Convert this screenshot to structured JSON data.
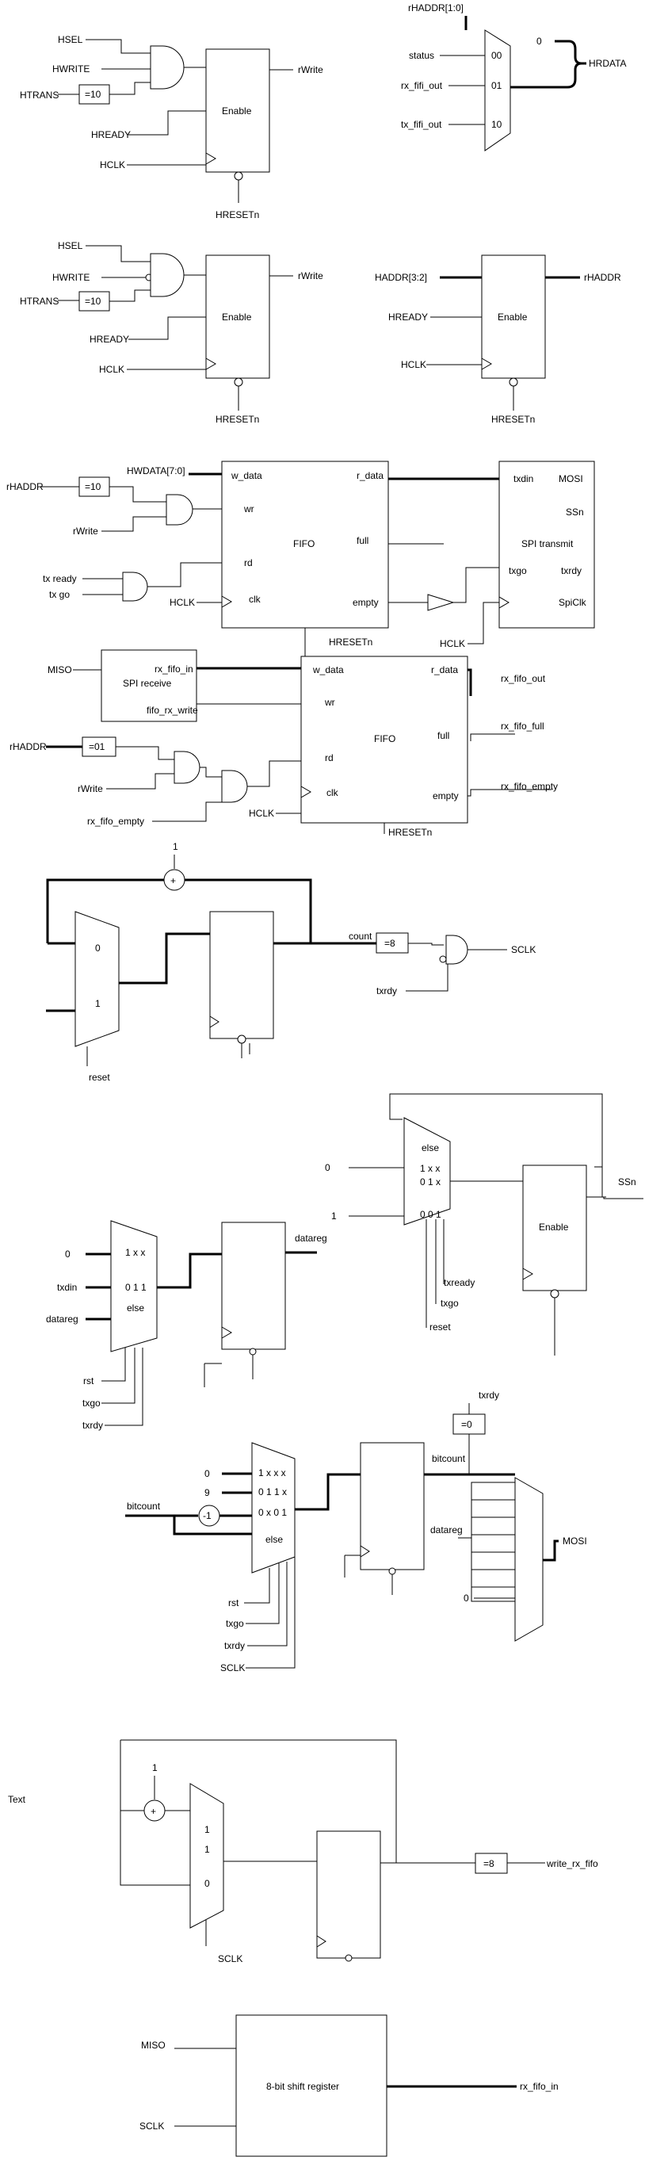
{
  "d1": {
    "in_hsel": "HSEL",
    "in_hwrite": "HWRITE",
    "in_htrans": "HTRANS",
    "cmp": "=10",
    "in_hready": "HREADY",
    "in_hclk": "HCLK",
    "reg": "Enable",
    "out": "rWrite",
    "rst": "HRESETn"
  },
  "d2": {
    "sel": "rHADDR[1:0]",
    "in0": "status",
    "in1": "rx_fifi_out",
    "in2": "tx_fifi_out",
    "k0": "00",
    "k1": "01",
    "k2": "10",
    "zero": "0",
    "out": "HRDATA"
  },
  "d3": {
    "in_hsel": "HSEL",
    "in_hwrite": "HWRITE",
    "in_htrans": "HTRANS",
    "cmp": "=10",
    "in_hready": "HREADY",
    "in_hclk": "HCLK",
    "reg": "Enable",
    "out": "rWrite",
    "rst": "HRESETn"
  },
  "d4": {
    "in_haddr": "HADDR[3:2]",
    "in_hready": "HREADY",
    "in_hclk": "HCLK",
    "reg": "Enable",
    "out": "rHADDR",
    "rst": "HRESETn"
  },
  "d5": {
    "in_rhaddr": "rHADDR",
    "cmp": "=10",
    "in_hwdata": "HWDATA[7:0]",
    "in_rwrite": "rWrite",
    "in_txready": "tx ready",
    "in_txgo": "tx go",
    "in_hclk": "HCLK",
    "fifo": "FIFO",
    "w_data": "w_data",
    "wr": "wr",
    "rd": "rd",
    "clk": "clk",
    "r_data": "r_data",
    "full": "full",
    "empty": "empty",
    "rst": "HRESETn",
    "spi_title": "SPI transmit",
    "txdin": "txdin",
    "mosi": "MOSI",
    "ssn": "SSn",
    "txgo": "txgo",
    "txrdy": "txrdy",
    "spiclk": "SpiClk",
    "spi_hclk": "HCLK"
  },
  "d6": {
    "in_miso": "MISO",
    "spi_title": "SPI receive",
    "rx_in": "rx_fifo_in",
    "fifo_wr": "fifo_rx_write",
    "in_rhaddr": "rHADDR",
    "cmp": "=01",
    "in_rwrite": "rWrite",
    "in_empty": "rx_fifo_empty",
    "in_hclk": "HCLK",
    "fifo": "FIFO",
    "w_data": "w_data",
    "wr": "wr",
    "rd": "rd",
    "clk": "clk",
    "r_data": "r_data",
    "full": "full",
    "empty": "empty",
    "rst": "HRESETn",
    "out_data": "rx_fifo_out",
    "out_full": "rx_fifo_full",
    "out_empty": "rx_fifo_empty"
  },
  "d7": {
    "one": "1",
    "plus": "+",
    "mux0": "0",
    "mux1": "1",
    "reset": "reset",
    "count": "count",
    "cmp": "=8",
    "txrdy": "txrdy",
    "out": "SCLK"
  },
  "d8": {
    "in0": "0",
    "in1": "1",
    "k0": "else",
    "k1": "1 x x",
    "k2": "0 1 x",
    "k3": "0 0 1",
    "c1": "txready",
    "c2": "txgo",
    "c3": "reset",
    "reg": "Enable",
    "out": "SSn"
  },
  "d9": {
    "in0": "0",
    "in1": "txdin",
    "in2": "datareg",
    "k1": "1 x x",
    "k2": "0 1 1",
    "k3": "else",
    "c1": "rst",
    "c2": "txgo",
    "c3": "txrdy",
    "out": "datareg"
  },
  "d10": {
    "in0": "0",
    "in1": "9",
    "in_bc": "bitcount",
    "minus": "-1",
    "k1": "1 x x x",
    "k2": "0 1 1 x",
    "k3": "0 x 0 1",
    "k4": "else",
    "c1": "rst",
    "c2": "txgo",
    "c3": "txrdy",
    "c4": "SCLK",
    "txrdy": "txrdy",
    "cmp": "=0",
    "bitcount": "bitcount",
    "datareg": "datareg",
    "zero": "0",
    "out": "MOSI"
  },
  "d11": {
    "label": "Text",
    "one": "1",
    "plus": "+",
    "k1": "1",
    "k2": "1",
    "k3": "0",
    "sclk": "SCLK",
    "cmp": "=8",
    "out": "write_rx_fifo"
  },
  "d12": {
    "in_miso": "MISO",
    "in_sclk": "SCLK",
    "reg": "8-bit shift register",
    "out": "rx_fifo_in"
  }
}
